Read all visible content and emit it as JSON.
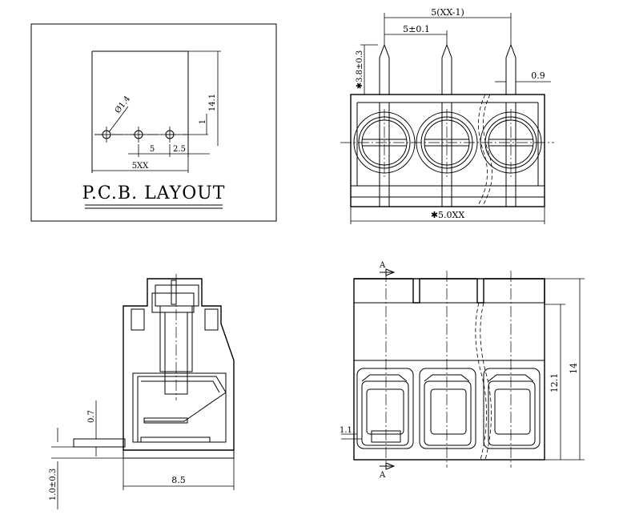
{
  "pcb_layout": {
    "title": "P.C.B. LAYOUT",
    "dim_pad_dia": "Ø1.4",
    "dim_height": "14.1",
    "dim_offset": "1",
    "dim_pitch": "5",
    "dim_half_pitch": "2.5",
    "dim_total": "5XX"
  },
  "front_view": {
    "dim_overall_pitch": "5(XX-1)",
    "dim_pitch": "5±0.1",
    "dim_pin_length": "✱3.8±0.3",
    "dim_pin_width": "0.9",
    "dim_total_width": "✱5.0XX"
  },
  "side_view": {
    "dim_thickness": "0.7",
    "dim_pin_offset": "1.0±0.3",
    "dim_depth": "8.5"
  },
  "top_view": {
    "section_label_top": "A",
    "section_label_bottom": "A",
    "dim_height": "14",
    "dim_inner_height": "12.1",
    "dim_gap": "1.1"
  }
}
